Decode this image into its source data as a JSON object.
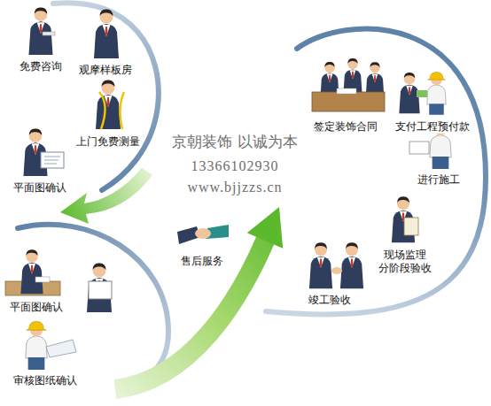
{
  "diagram": {
    "labels": [
      "免费咨询",
      "观摩样板房",
      "上门免费测量",
      "平面图确认",
      "平面图确认",
      "审核图纸确认",
      "售后服务",
      "竣工验收",
      "签定装饰合同",
      "支付工程预付款",
      "进行施工",
      "现场监理 分阶段验收",
      "京朝装饰 以诚为本",
      "13366102930",
      "www.bjjzzs.cn"
    ]
  }
}
